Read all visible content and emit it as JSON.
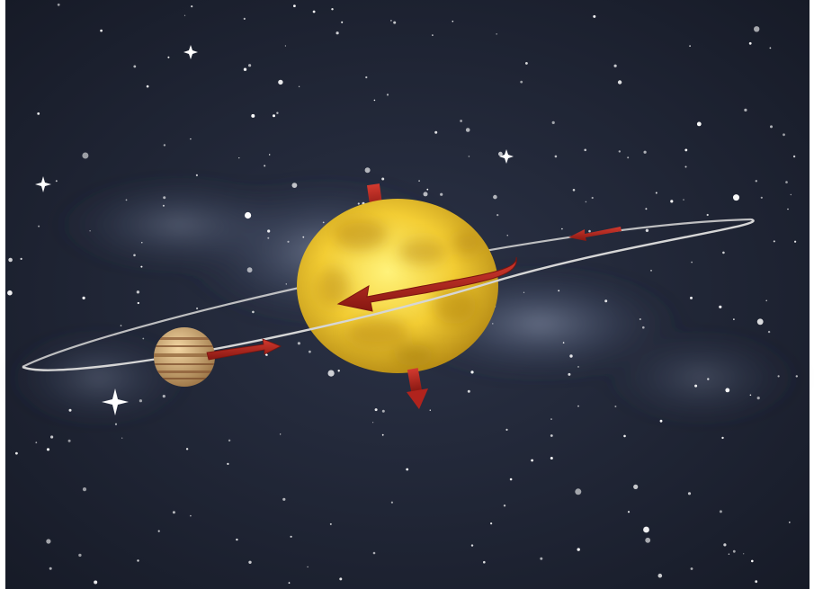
{
  "scene": {
    "subject": "star-with-orbiting-planet",
    "colors": {
      "space": "#1e2333",
      "nebula": "#7d8aa6",
      "star_light": "#f7e26a",
      "star_dark": "#c79b1c",
      "planet_light": "#e7c58a",
      "planet_band": "#8a5a36",
      "arrow": "#b0231d",
      "orbit": "#c9c9c9",
      "frame": "#ffffff"
    },
    "elements": [
      "frame-border",
      "space-background",
      "nebula-glow",
      "star-field",
      "orbit-ring",
      "star",
      "planet",
      "motion-arrows",
      "spin-axis"
    ]
  }
}
